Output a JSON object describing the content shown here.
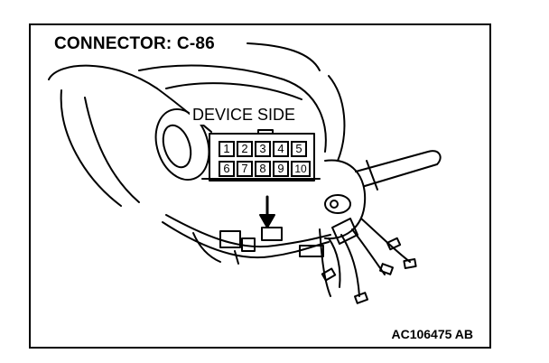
{
  "title": "CONNECTOR: C-86",
  "side_label": "DEVICE SIDE",
  "reference_code": "AC106475 AB",
  "connector": {
    "top_row_pins": [
      "1",
      "2",
      "3",
      "4",
      "5"
    ],
    "bottom_row_pins": [
      "6",
      "7",
      "8",
      "9",
      "10"
    ]
  },
  "colors": {
    "line": "#000000",
    "background": "#ffffff"
  }
}
